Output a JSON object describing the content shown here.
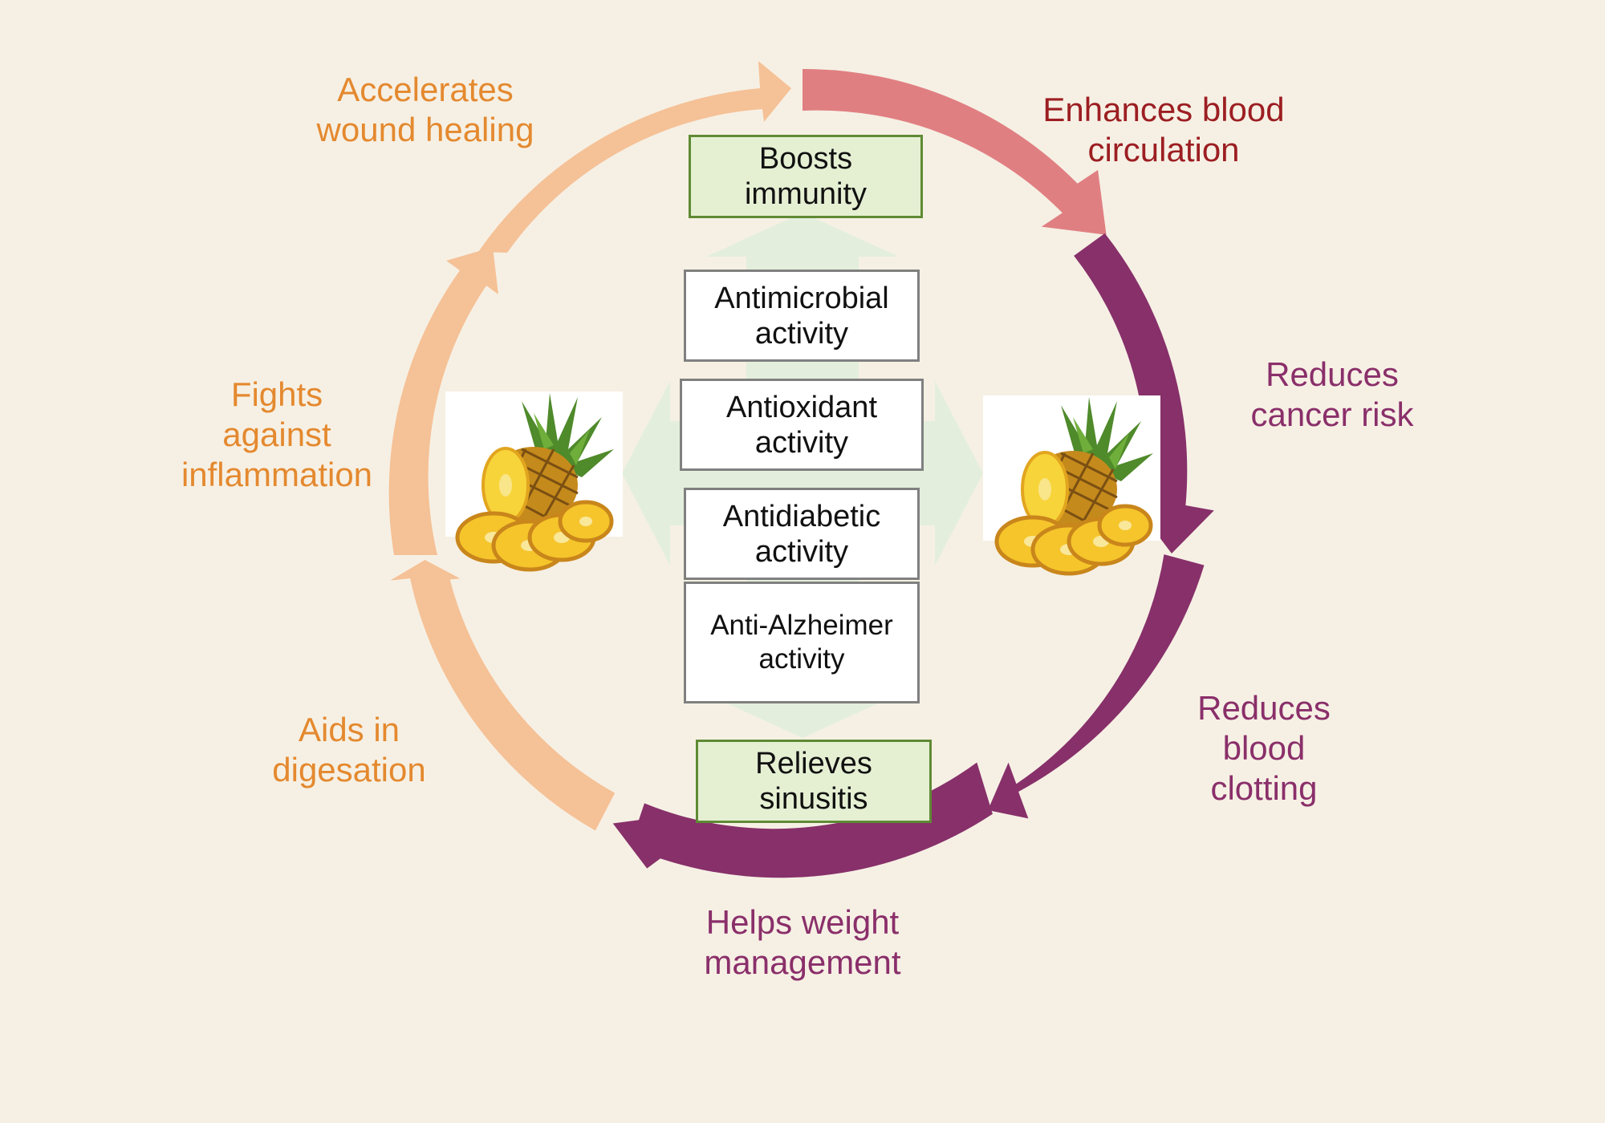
{
  "colors": {
    "background": "#f6f0e4",
    "orange_arc": "#f5c196",
    "orange_text": "#e4892f",
    "pink_arc": "#e07f82",
    "red_text": "#9c1e22",
    "purple_arc": "#87306a",
    "purple_text": "#8a2f6a",
    "green_box_fill": "#e5f0d3",
    "green_box_border": "#5f8a34",
    "center_arrow": "#e3efdc"
  },
  "outer_labels": {
    "wound_healing": "Accelerates\nwound healing",
    "blood_circulation": "Enhances blood\ncirculation",
    "cancer_risk": "Reduces\ncancer risk",
    "blood_clotting": "Reduces\nblood\nclotting",
    "weight": "Helps weight\nmanagement",
    "digestion": "Aids in\ndigesation",
    "inflammation": "Fights\nagainst\ninflammation"
  },
  "highlight_boxes": {
    "top": "Boosts\nimmunity",
    "bottom": "Relieves\nsinusitis"
  },
  "activities": [
    "Antimicrobial\nactivity",
    "Antioxidant\nactivity",
    "Antidiabetic\nactivity",
    "Anti-Alzheimer\nactivity"
  ],
  "icons": {
    "left": "pineapple-icon",
    "right": "pineapple-icon"
  }
}
